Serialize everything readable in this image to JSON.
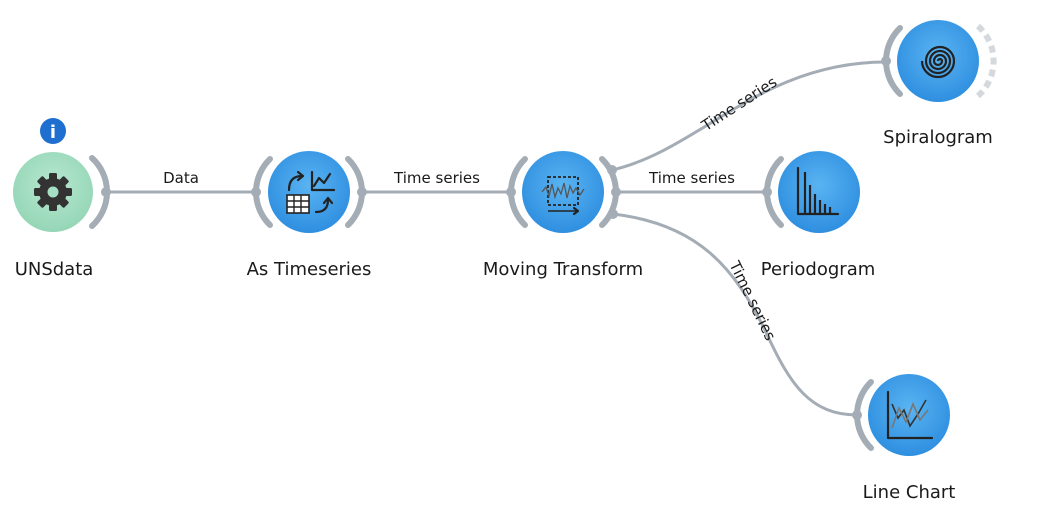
{
  "nodes": {
    "unsdata": "UNSdata",
    "as_timeseries": "As Timeseries",
    "moving_transform": "Moving Transform",
    "spiralogram": "Spiralogram",
    "periodogram": "Periodogram",
    "line_chart": "Line Chart"
  },
  "links": {
    "data": "Data",
    "time_series_1": "Time series",
    "time_series_2": "Time series",
    "time_series_3": "Time series",
    "time_series_4": "Time series"
  },
  "info_badge": "i",
  "colors": {
    "widget_blue": "#3f9ee8",
    "widget_ring": "#8fc8f2",
    "data_green": "#a6dfc5",
    "link_gray": "#a4adb5",
    "info_blue": "#1f6fd1"
  },
  "icons": {
    "unsdata": "gear-icon",
    "as_timeseries": "table-to-chart-icon",
    "moving_transform": "moving-window-icon",
    "spiralogram": "spiral-icon",
    "periodogram": "bar-spectrum-icon",
    "line_chart": "line-chart-icon",
    "info": "info-icon"
  }
}
